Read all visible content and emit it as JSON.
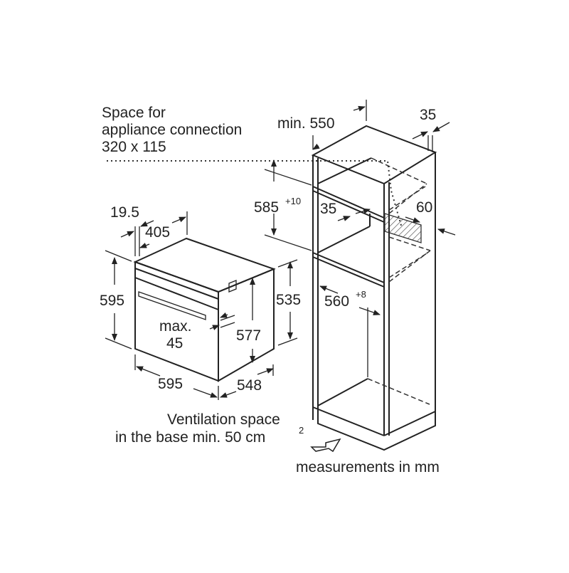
{
  "labels": {
    "connection_line1": "Space for",
    "connection_line2": "appliance connection",
    "connection_line3": "320 x 115",
    "min_550": "min. 550",
    "d35_top": "35",
    "d585": "585",
    "d585_tol": "+10",
    "d35_mid": "35",
    "d60": "60",
    "d19_5": "19.5",
    "d405": "405",
    "d595_h": "595",
    "d535": "535",
    "d560": "560",
    "d560_tol": "+8",
    "max": "max.",
    "d45": "45",
    "d577": "577",
    "d595_w": "595",
    "d548": "548",
    "ventilation_line1": "Ventilation space",
    "ventilation_line2": "in the base min. 50 cm",
    "ventilation_sup": "2",
    "units": "measurements in mm"
  }
}
